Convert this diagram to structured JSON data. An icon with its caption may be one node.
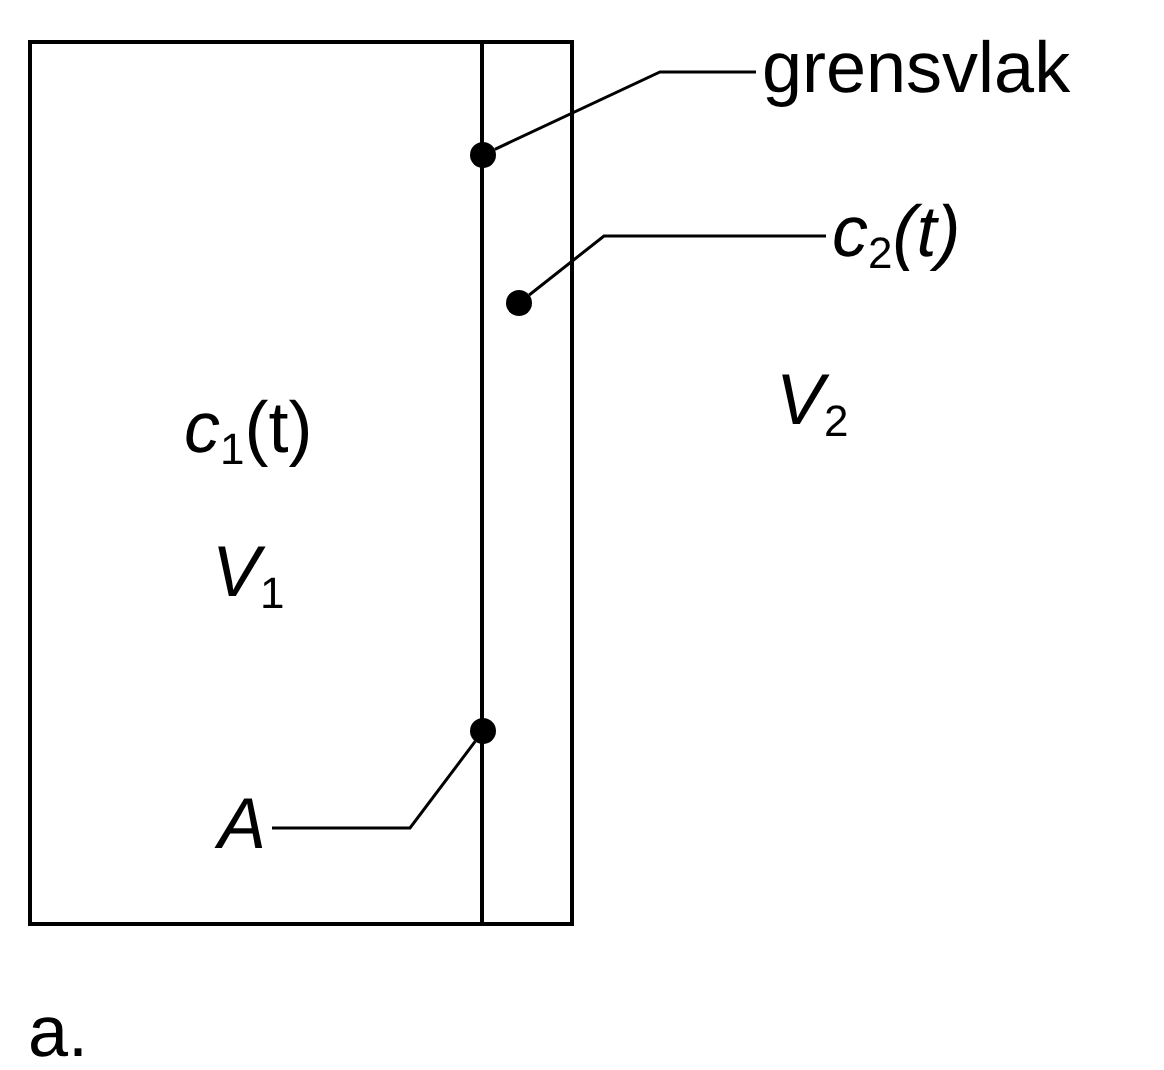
{
  "diagram": {
    "nodes": [
      {
        "text": [
          "*c*$_{1}$(t)",
          "*V*$_{1}$"
        ]
      },
      {
        "text": [],
        "shape": "circle",
        "in": 0
      },
      {
        "text": [],
        "shape": "circle",
        "in": 0
      },
      {
        "text": [],
        "shape": "circle",
        "in": 0
      },
      {
        "text": [
          "grensvlak"
        ]
      },
      {
        "text": [
          "*c*$_{2}$*(t)*"
        ]
      },
      {
        "text": [
          "*A*"
        ],
        "in": 0
      }
    ],
    "edges": [
      {
        "from": 4,
        "to": 1,
        "arrow": "none"
      },
      {
        "from": 5,
        "to": 2,
        "arrow": "none"
      },
      {
        "from": 6,
        "to": 3,
        "arrow": "none"
      }
    ],
    "labels": [
      "*V*$_{2}$",
      "a."
    ]
  }
}
